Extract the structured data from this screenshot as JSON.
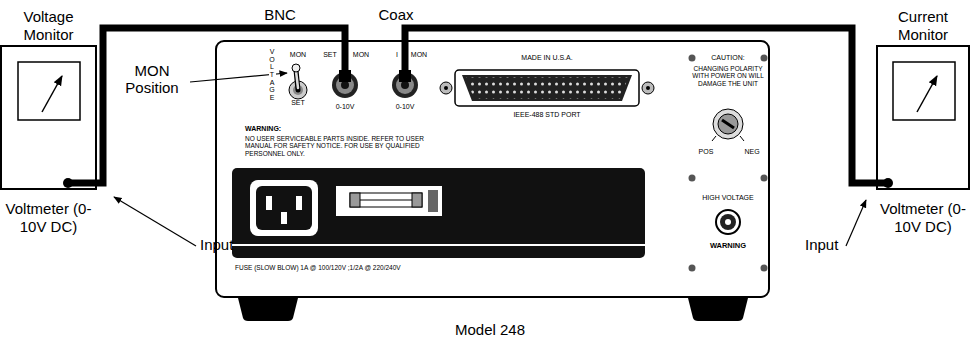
{
  "diagram": {
    "nodes": [
      {
        "text": [
          "Voltage Monitor",
          "Voltmeter (0-10V DC)"
        ]
      },
      {
        "text": [
          "Model 248",
          "VOLTAGE",
          "MON",
          "SET",
          "SET",
          "MON",
          "0-10V",
          "I",
          "MON",
          "0-10V",
          "MADE IN U.S.A.",
          "IEEE-488 STD PORT",
          "CAUTION:",
          "CHANGING POLARITY WITH POWER ON WILL DAMAGE THE UNIT",
          "POS",
          "NEG",
          "WARNING:",
          "NO USER SERVICEABLE PARTS INSIDE. REFER TO USER MANUAL FOR SAFETY NOTICE. FOR USE BY QUALIFIED PERSONNEL ONLY.",
          "HIGH VOLTAGE",
          "WARNING",
          "FUSE (SLOW BLOW) 1A @ 100/120V ;1/2A @ 220/240V"
        ]
      },
      {
        "text": [
          "Current Monitor",
          "Voltmeter (0-10V DC)"
        ]
      }
    ],
    "edges": [
      {
        "from": 0,
        "to": 1,
        "label": "BNC",
        "arrow": "none"
      },
      {
        "from": 1,
        "to": 2,
        "label": "Coax",
        "arrow": "none"
      }
    ],
    "labels": [
      "MON Position",
      "Input",
      "Input"
    ]
  }
}
